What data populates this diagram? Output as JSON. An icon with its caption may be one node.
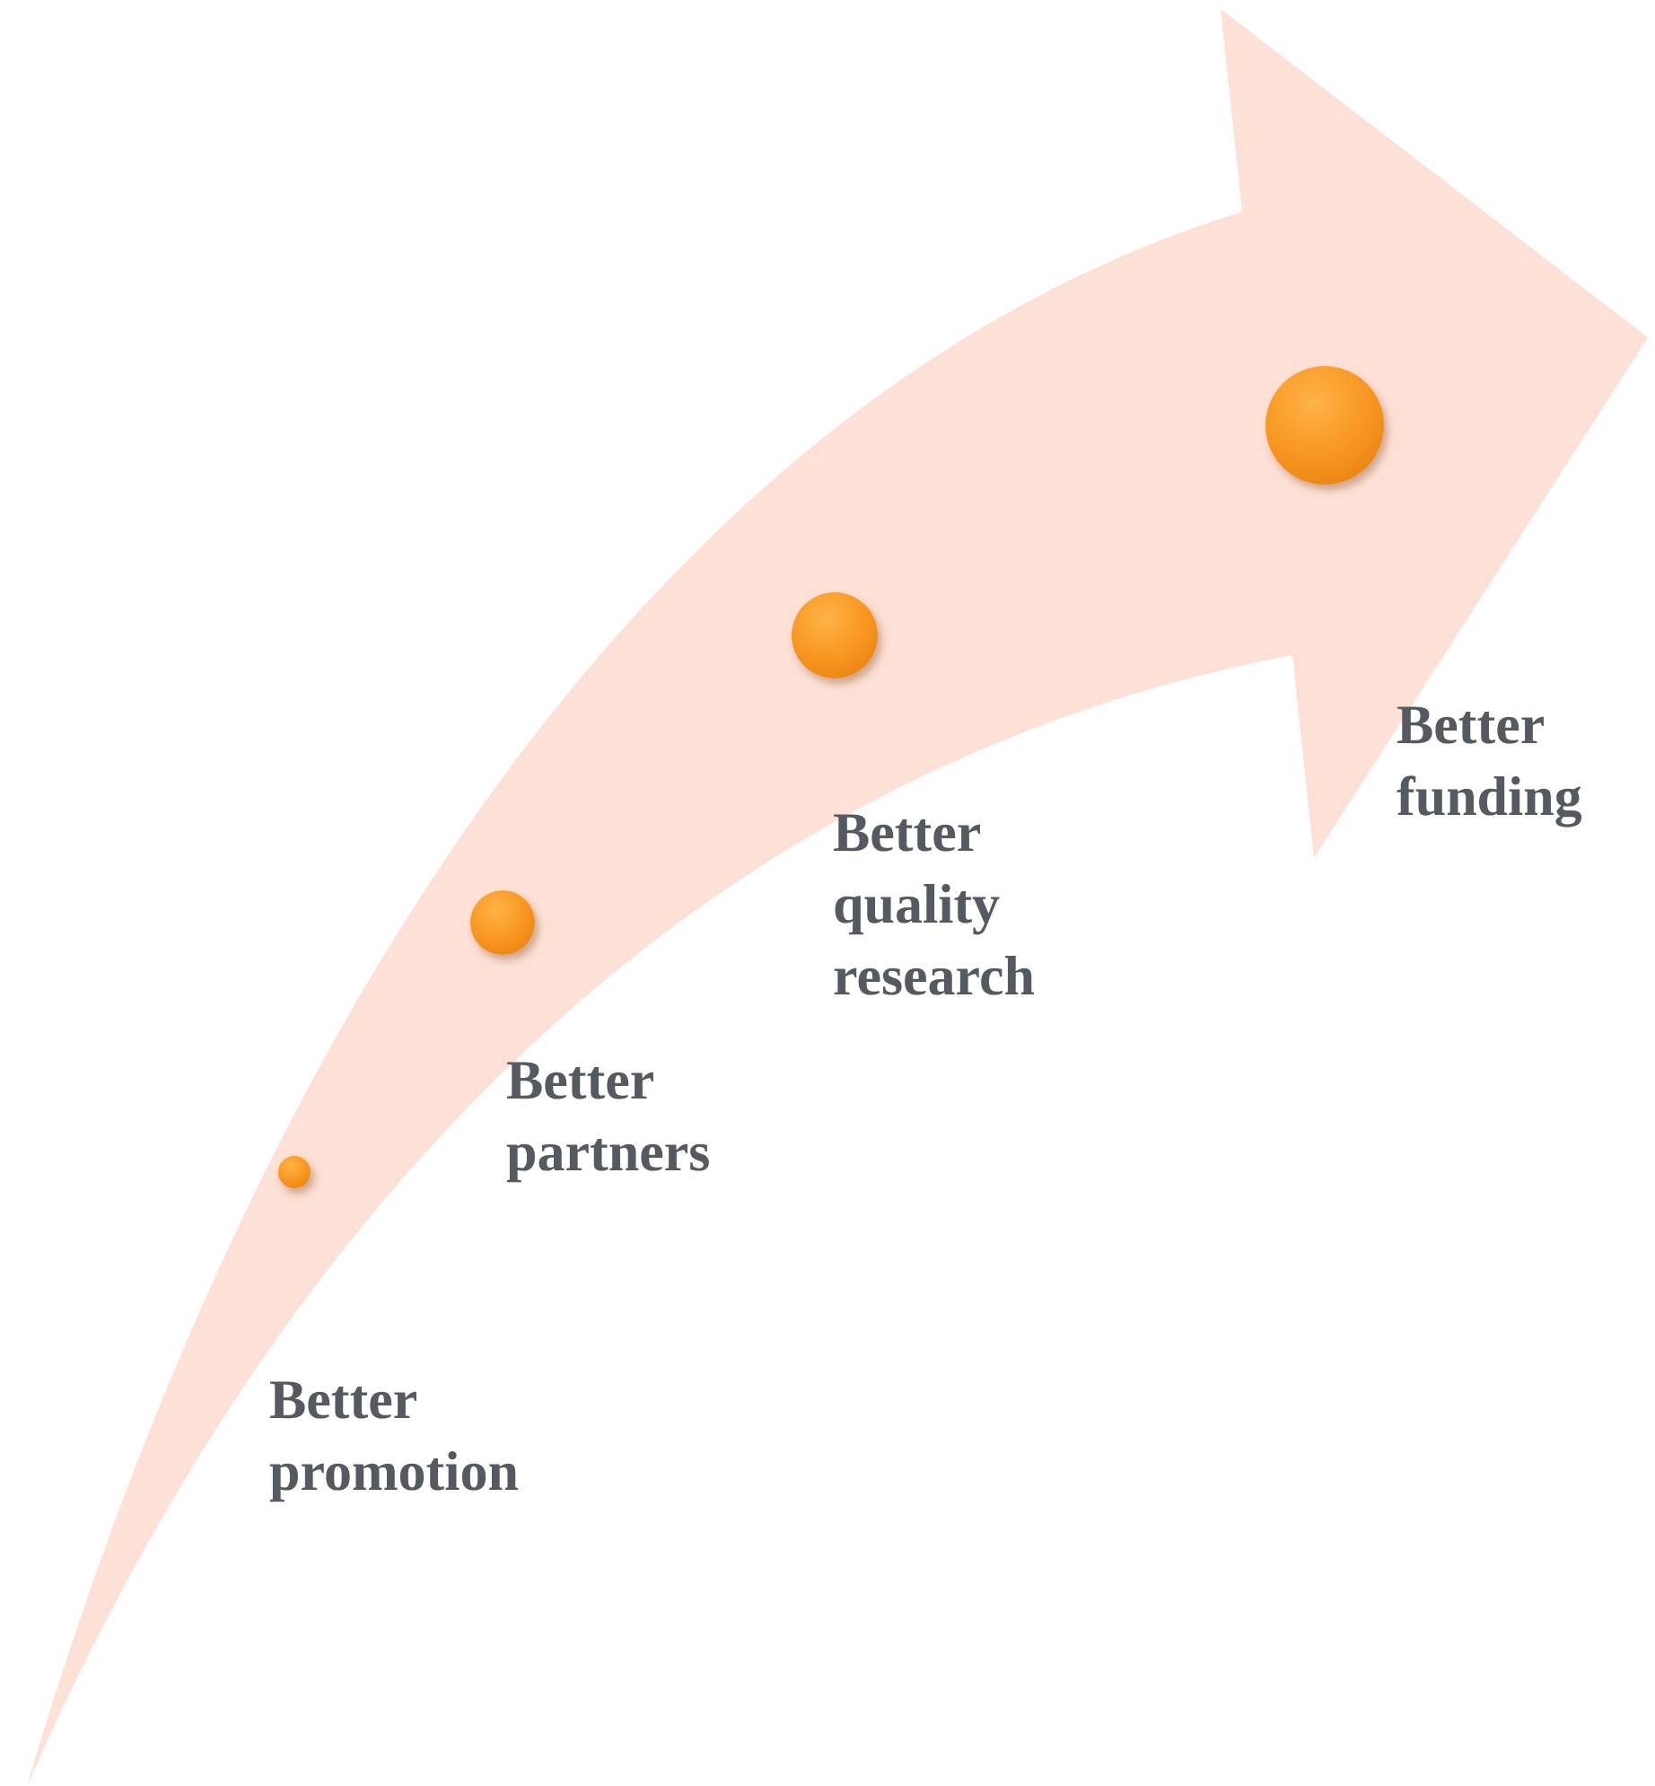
{
  "diagram": {
    "nodes": [
      {
        "text": [],
        "shape": "circle",
        "beside": [
          "Better promotion"
        ]
      },
      {
        "text": [],
        "shape": "circle",
        "beside": [
          "Better partners"
        ]
      },
      {
        "text": [],
        "shape": "circle",
        "beside": [
          "Better quality research"
        ]
      },
      {
        "text": [],
        "shape": "circle",
        "beside": [
          "Better funding"
        ]
      }
    ]
  }
}
